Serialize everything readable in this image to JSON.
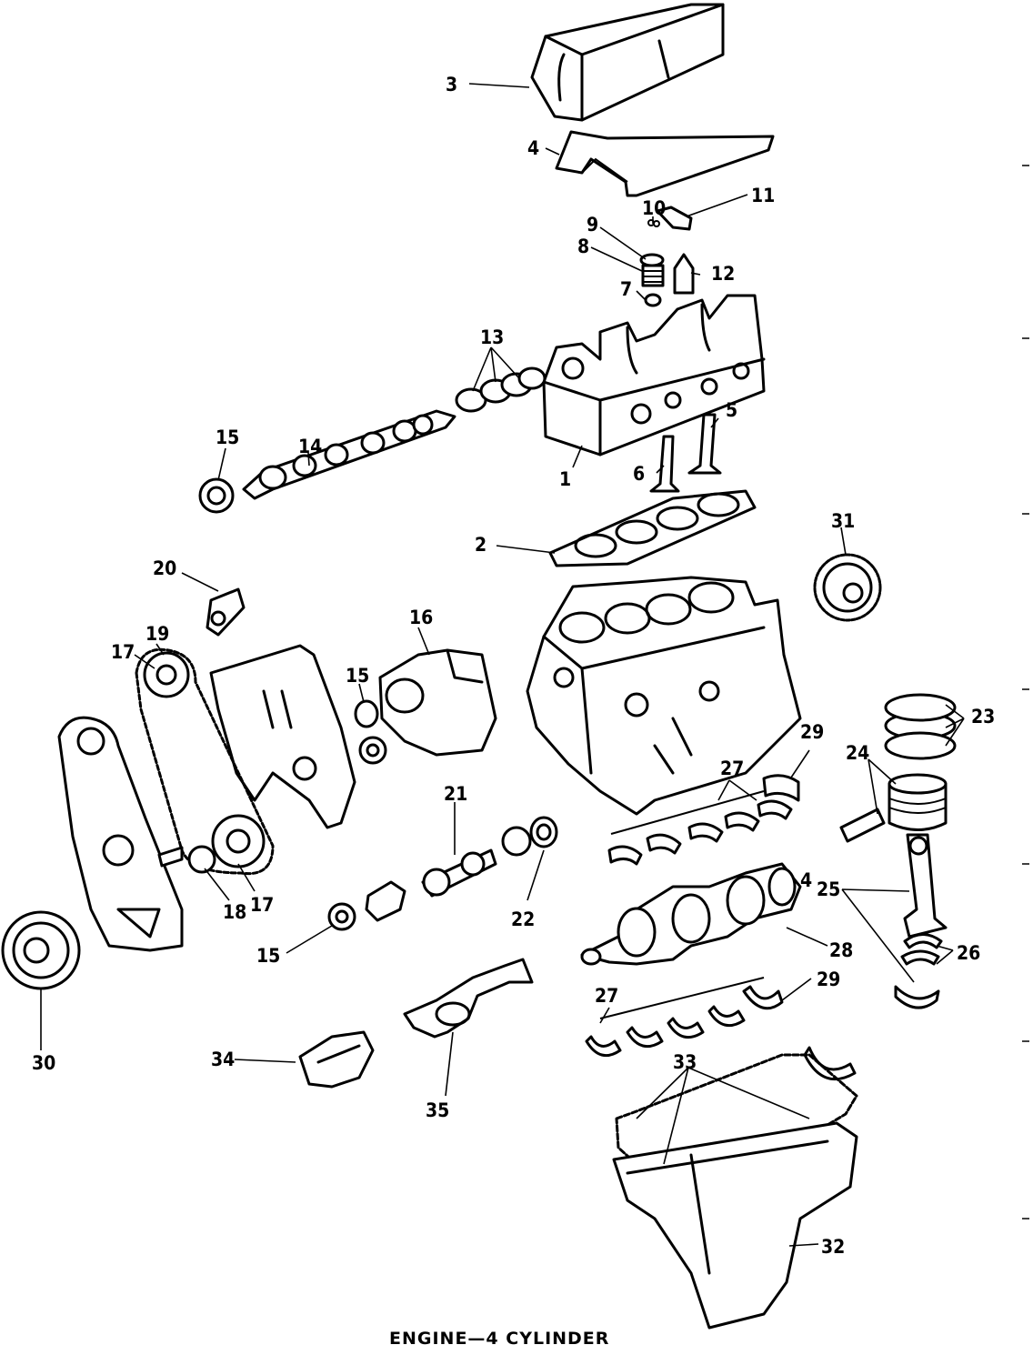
{
  "caption": "ENGINE—4 CYLINDER",
  "callouts": {
    "c1": "1",
    "c2": "2",
    "c3": "3",
    "c4": "4",
    "c4b": "4",
    "c5": "5",
    "c6": "6",
    "c7": "7",
    "c8": "8",
    "c9": "9",
    "c10": "10",
    "c11": "11",
    "c12": "12",
    "c13": "13",
    "c14": "14",
    "c15a": "15",
    "c15b": "15",
    "c15c": "15",
    "c16": "16",
    "c17a": "17",
    "c17b": "17",
    "c18": "18",
    "c19": "19",
    "c20": "20",
    "c21": "21",
    "c22": "22",
    "c23": "23",
    "c24": "24",
    "c25": "25",
    "c26": "26",
    "c27a": "27",
    "c27b": "27",
    "c28": "28",
    "c29a": "29",
    "c29b": "29",
    "c30": "30",
    "c31": "31",
    "c32": "32",
    "c33": "33",
    "c34": "34",
    "c35": "35"
  }
}
